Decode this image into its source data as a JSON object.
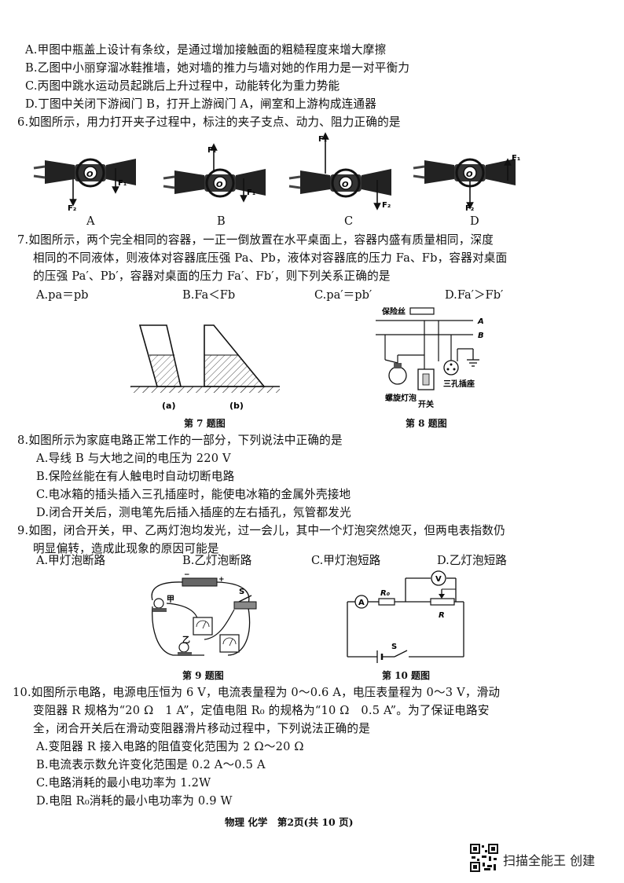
{
  "q5_options": [
    "A.甲图中瓶盖上设计有条纹，是通过增加接触面的粗糙程度来增大摩擦",
    "B.乙图中小丽穿溜冰鞋推墙，她对墙的推力与墙对她的作用力是一对平衡力",
    "C.丙图中跳水运动员起跳后上升过程中，动能转化为重力势能",
    "D.丁图中关闭下游阀门 B，打开上游阀门 A，闸室和上游构成连通器"
  ],
  "q6": {
    "stem": "6.如图所示，用力打开夹子过程中，标注的夹子支点、动力、阻力正确的是",
    "labels": [
      "A",
      "B",
      "C",
      "D"
    ],
    "f1": "F₁",
    "f2": "F₂",
    "o": "O"
  },
  "q7": {
    "stem": [
      "7.如图所示，两个完全相同的容器，一正一倒放置在水平桌面上，容器内盛有质量相同，深度",
      "相同的不同液体，则液体对容器底压强 Pa、Pb，液体对容器底的压力 Fa、Fb，容器对桌面",
      "的压强 Pa′、Pb′，容器对桌面的压力 Fa′、Fb′，则下列关系正确的是"
    ],
    "options": [
      "A.pa＝pb",
      "B.Fa＜Fb",
      "C.pa′＝pb′",
      "D.Fa′＞Fb′"
    ],
    "fig_a": "(a)",
    "fig_b": "(b)",
    "caption": "第 7 题图"
  },
  "q8": {
    "stem": "8.如图所示为家庭电路正常工作的一部分，下列说法中正确的是",
    "options": [
      "A.导线 B 与大地之间的电压为 220 V",
      "B.保险丝能在有人触电时自动切断电路",
      "C.电冰箱的插头插入三孔插座时，能使电冰箱的金属外壳接地",
      "D.闭合开关后，测电笔先后插入插座的左右插孔，氖管都发光"
    ],
    "fig_fuse": "保险丝",
    "fig_a": "A",
    "fig_b": "B",
    "fig_bulb": "螺旋灯泡",
    "fig_switch": "开关",
    "fig_socket": "三孔插座",
    "caption": "第 8 题图"
  },
  "q9": {
    "stem": [
      "9.如图，闭合开关，甲、乙两灯泡均发光，过一会儿，其中一个灯泡突然熄灭，但两电表指数仍",
      "明显偏转，造成此现象的原因可能是"
    ],
    "options": [
      "A.甲灯泡断路",
      "B.乙灯泡断路",
      "C.甲灯泡短路",
      "D.乙灯泡短路"
    ],
    "fig_jia": "甲",
    "fig_yi": "乙",
    "fig_s": "S",
    "caption": "第 9 题图"
  },
  "q10": {
    "fig_v": "V",
    "fig_a": "A",
    "fig_r0": "R₀",
    "fig_r": "R",
    "fig_s": "S",
    "caption": "第 10 题图",
    "stem": [
      "10.如图所示电路，电源电压恒为 6 V，电流表量程为 0～0.6 A，电压表量程为 0～3 V，滑动",
      "变阻器 R 规格为“20 Ω　1 A”，定值电阻 R₀ 的规格为“10 Ω　0.5 A”。为了保证电路安",
      "全，闭合开关后在滑动变阻器滑片移动过程中，下列说法正确的是"
    ],
    "options": [
      "A.变阻器 R 接入电路的阻值变化范围为 2 Ω～20 Ω",
      "B.电流表示数允许变化范围是 0.2 A～0.5 A",
      "C.电路消耗的最小电功率为 1.2W",
      "D.电阻 R₀消耗的最小电功率为 0.9 W"
    ]
  },
  "footer": "物理 化学　第2页(共 10 页)",
  "watermark": "扫描全能王 创建"
}
